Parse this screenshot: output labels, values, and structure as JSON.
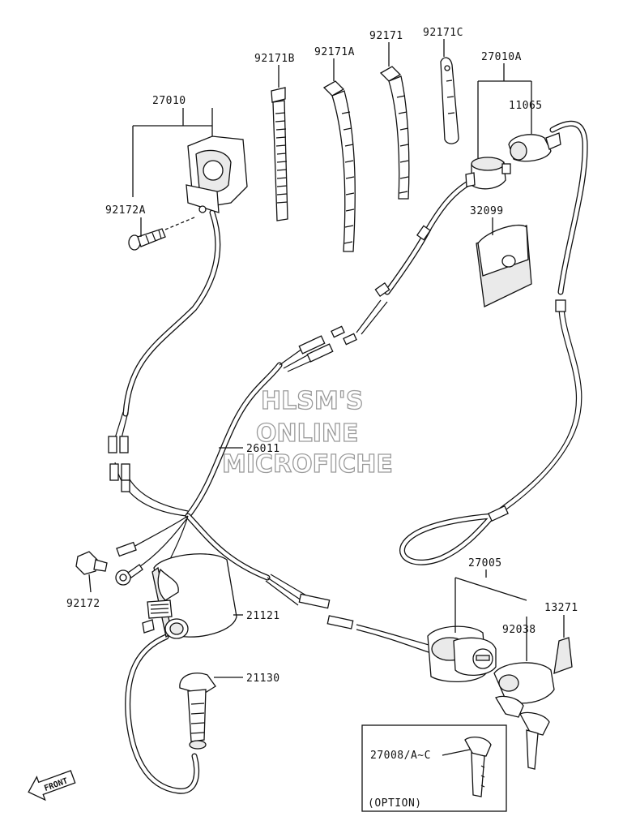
{
  "diagram": {
    "watermark": {
      "line1": "HLSM'S",
      "line2": "ONLINE",
      "line3": "MICROFICHE"
    },
    "front_arrow_label": "FRONT",
    "option_label": "(OPTION)",
    "parts": {
      "p27010": "27010",
      "p92172A": "92172A",
      "p92171B": "92171B",
      "p92171A": "92171A",
      "p92171": "92171",
      "p92171C": "92171C",
      "p27010A": "27010A",
      "p11065": "11065",
      "p32099": "32099",
      "p26011": "26011",
      "p92172": "92172",
      "p21121": "21121",
      "p21130": "21130",
      "p27005": "27005",
      "p92038": "92038",
      "p13271": "13271",
      "p27008": "27008/A~C"
    }
  }
}
